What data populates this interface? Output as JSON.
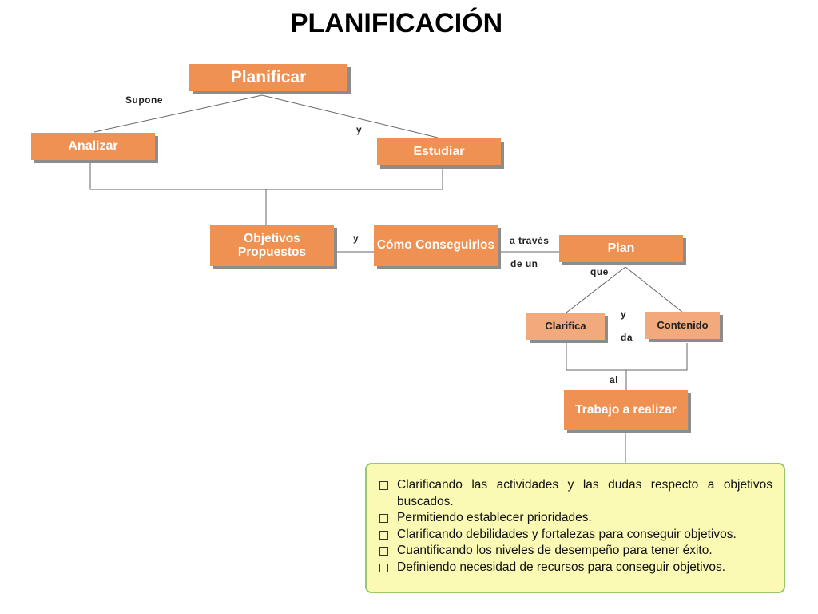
{
  "title": "PLANIFICACIÓN",
  "nodes": {
    "planificar": "Planificar",
    "analizar": "Analizar",
    "estudiar": "Estudiar",
    "objetivos": "Objetivos Propuestos",
    "como": "Cómo Conseguirlos",
    "plan": "Plan",
    "clarifica": "Clarifica",
    "contenido": "Contenido",
    "trabajo": "Trabajo a realizar"
  },
  "connectors": {
    "supone": "Supone",
    "y1": "y",
    "y2": "y",
    "a_traves": "a través",
    "de_un": "de un",
    "que": "que",
    "y3": "y",
    "da": "da",
    "al": "al"
  },
  "notes": [
    "Clarificando las actividades y las dudas respecto a objetivos buscados.",
    "Permitiendo  establecer prioridades.",
    "Clarificando debilidades y fortalezas para conseguir objetivos.",
    "Cuantificando  los niveles de desempeño para tener éxito.",
    "Definiendo necesidad de recursos para conseguir objetivos."
  ]
}
